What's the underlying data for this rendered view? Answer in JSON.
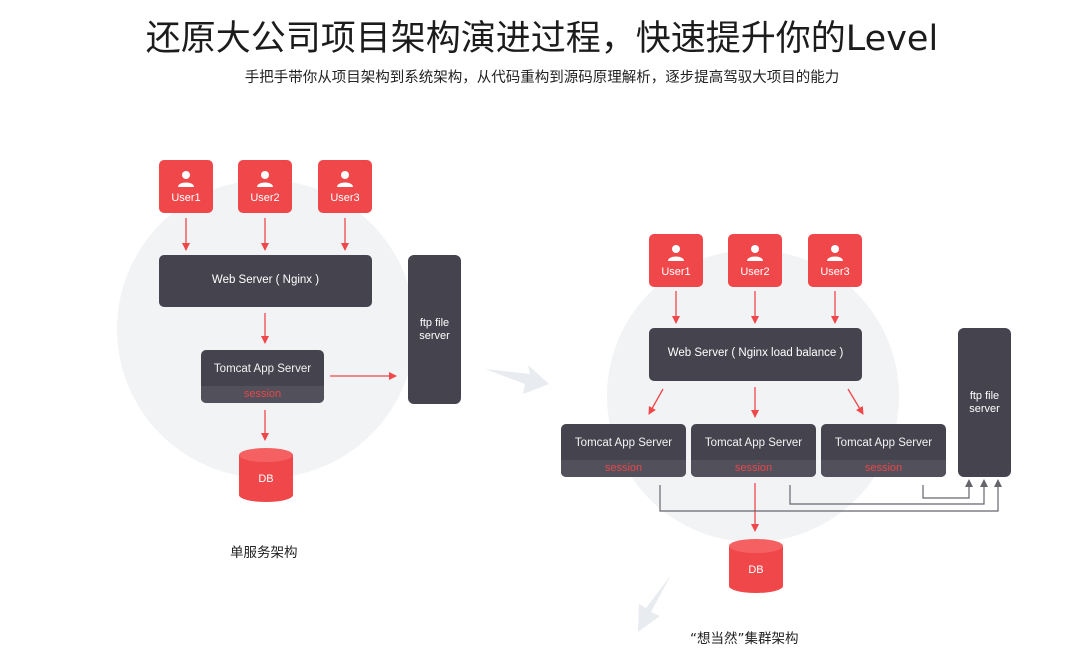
{
  "header": {
    "title": "还原大公司项目架构演进过程，快速提升你的Level",
    "subtitle": "手把手带你从项目架构到系统架构，从代码重构到源码原理解析，逐步提高驾驭大项目的能力"
  },
  "colors": {
    "accent_red": "#f0484a",
    "server_dark": "#45434e",
    "session_band": "#52505b",
    "bg_circle": "#f2f3f5",
    "connector_gray": "#77777f",
    "big_arrow": "#e8ebf0"
  },
  "single": {
    "caption": "单服务架构",
    "users": [
      {
        "label": "User1",
        "icon": "user-icon"
      },
      {
        "label": "User2",
        "icon": "user-icon"
      },
      {
        "label": "User3",
        "icon": "user-icon"
      }
    ],
    "web_server": "Web Server ( Nginx )",
    "app_server": {
      "name": "Tomcat App Server",
      "session": "session"
    },
    "ftp": {
      "line1": "ftp file",
      "line2": "server"
    },
    "db": "DB"
  },
  "cluster": {
    "caption": "“想当然”集群架构",
    "users": [
      {
        "label": "User1",
        "icon": "user-icon"
      },
      {
        "label": "User2",
        "icon": "user-icon"
      },
      {
        "label": "User3",
        "icon": "user-icon"
      }
    ],
    "web_server": "Web Server ( Nginx load balance )",
    "app_servers": [
      {
        "name": "Tomcat App Server",
        "session": "session"
      },
      {
        "name": "Tomcat App Server",
        "session": "session"
      },
      {
        "name": "Tomcat App Server",
        "session": "session"
      }
    ],
    "ftp": {
      "line1": "ftp file",
      "line2": "server"
    },
    "db": "DB"
  }
}
